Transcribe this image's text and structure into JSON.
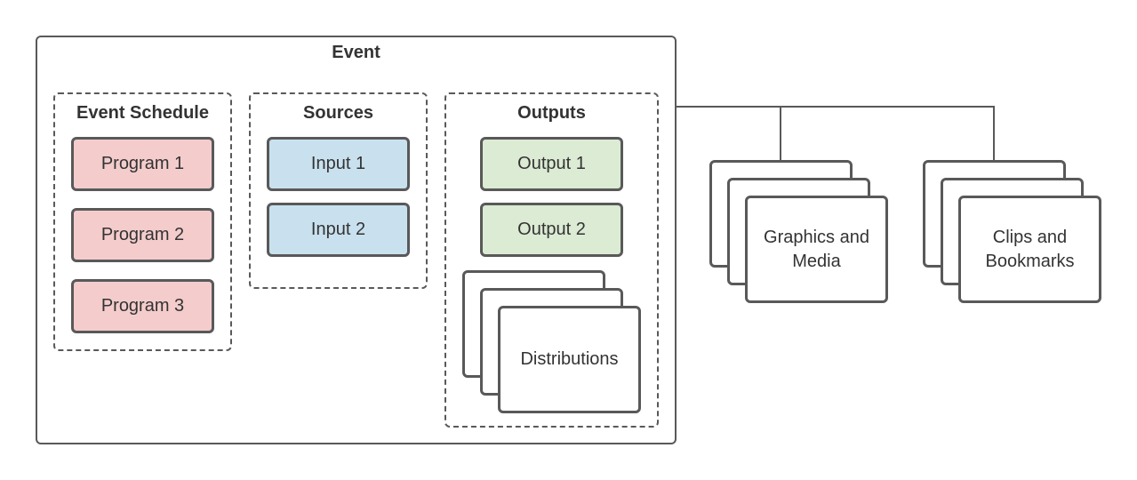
{
  "event": {
    "title": "Event"
  },
  "event_schedule": {
    "title": "Event Schedule",
    "items": [
      "Program 1",
      "Program 2",
      "Program 3"
    ]
  },
  "sources": {
    "title": "Sources",
    "items": [
      "Input 1",
      "Input 2"
    ]
  },
  "outputs": {
    "title": "Outputs",
    "items": [
      "Output 1",
      "Output 2"
    ],
    "distributions_label": "Distributions"
  },
  "graphics_media": {
    "label_line1": "Graphics and",
    "label_line2": "Media"
  },
  "clips_bookmarks": {
    "label_line1": "Clips and",
    "label_line2": "Bookmarks"
  },
  "colors": {
    "program_fill": "#f4cccc",
    "input_fill": "#c9e1ee",
    "output_fill": "#dcebd3",
    "stroke": "#595959"
  }
}
